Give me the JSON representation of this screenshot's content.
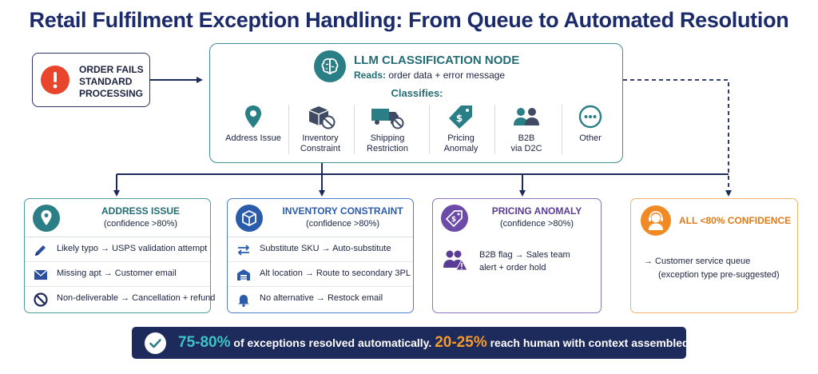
{
  "title": "Retail Fulfilment Exception Handling: From Queue to Automated Resolution",
  "start": {
    "line1": "ORDER FAILS",
    "line2": "STANDARD",
    "line3": "PROCESSING",
    "icon": "alert-icon"
  },
  "llm_node": {
    "title": "LLM CLASSIFICATION NODE",
    "reads_label": "Reads:",
    "reads_text": "order data + error message",
    "classifies_label": "Classifies:",
    "categories": [
      {
        "line1": "Address Issue",
        "line2": "",
        "icon": "location-pin-icon"
      },
      {
        "line1": "Inventory",
        "line2": "Constraint",
        "icon": "box-blocked-icon"
      },
      {
        "line1": "Shipping",
        "line2": "Restriction",
        "icon": "truck-blocked-icon"
      },
      {
        "line1": "Pricing",
        "line2": "Anomaly",
        "icon": "price-tag-icon"
      },
      {
        "line1": "B2B",
        "line2": "via D2C",
        "icon": "users-icon"
      },
      {
        "line1": "Other",
        "line2": "",
        "icon": "ellipsis-icon"
      }
    ]
  },
  "resolutions": {
    "address": {
      "title": "ADDRESS ISSUE",
      "subtitle": "(confidence >80%)",
      "rows": [
        {
          "text": "Likely typo → USPS validation attempt",
          "icon": "pencil-icon"
        },
        {
          "text": "Missing apt → Customer email",
          "icon": "envelope-icon"
        },
        {
          "text": "Non-deliverable → Cancellation + refund",
          "icon": "ban-icon"
        }
      ]
    },
    "inventory": {
      "title": "INVENTORY CONSTRAINT",
      "subtitle": "(confidence >80%)",
      "rows": [
        {
          "text": "Substitute SKU → Auto-substitute",
          "icon": "swap-arrows-icon"
        },
        {
          "text": "Alt location → Route to secondary 3PL",
          "icon": "warehouse-icon"
        },
        {
          "text": "No alternative → Restock email",
          "icon": "bell-icon"
        }
      ]
    },
    "pricing": {
      "title": "PRICING ANOMALY",
      "subtitle": "(confidence >80%)",
      "line1": "B2B flag → Sales team",
      "line2": "alert + order hold",
      "icon": "users-warning-icon"
    },
    "low_confidence": {
      "title": "ALL <80% CONFIDENCE",
      "line1": "→  Customer service queue",
      "line2": "(exception type pre-suggested)",
      "icon": "headset-agent-icon"
    }
  },
  "banner": {
    "pct1": "75-80%",
    "text1": " of exceptions resolved automatically. ",
    "pct2": "20-25%",
    "text2": " reach human with context assembled.",
    "icon": "check-circle-icon"
  },
  "colors": {
    "navy": "#1b2a6b",
    "teal": "#2a7e86",
    "blue": "#2b5cab",
    "purple": "#6b4aa8",
    "orange": "#f08a24",
    "alert_red": "#e8452c"
  }
}
